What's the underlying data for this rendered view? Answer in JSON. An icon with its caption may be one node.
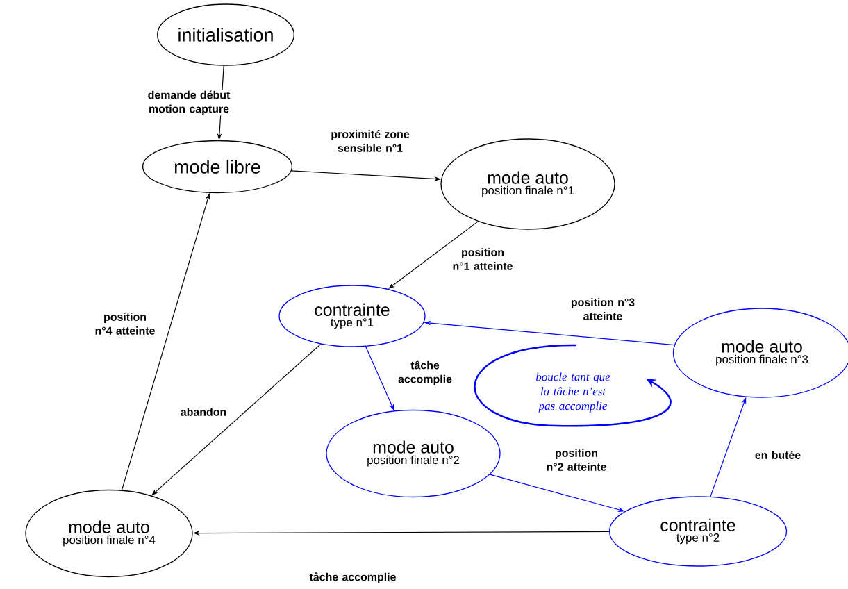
{
  "diagram": {
    "nodes": [
      {
        "text": [
          "initialisation"
        ]
      },
      {
        "text": [
          "mode libre"
        ]
      },
      {
        "text": [
          "mode auto",
          "position finale n°1"
        ]
      },
      {
        "text": [
          "contrainte",
          "type n°1"
        ]
      },
      {
        "text": [
          "mode auto",
          "position finale n°3"
        ]
      },
      {
        "text": [
          "mode auto",
          "position finale n°2"
        ]
      },
      {
        "text": [
          "contrainte",
          "type n°2"
        ]
      },
      {
        "text": [
          "mode auto",
          "position finale n°4"
        ]
      }
    ],
    "edges": [
      {
        "from": 0,
        "to": 1,
        "arrow": "to",
        "label": "demande début motion capture"
      },
      {
        "from": 1,
        "to": 2,
        "arrow": "to",
        "label": "proximité zone sensible n°1"
      },
      {
        "from": 2,
        "to": 3,
        "arrow": "to",
        "label": "position n°1 atteinte"
      },
      {
        "from": 3,
        "to": 5,
        "arrow": "to",
        "label": "tâche accomplie",
        "color": "#0000ff"
      },
      {
        "from": 5,
        "to": 6,
        "arrow": "to",
        "label": "position n°2 atteinte",
        "color": "#0000ff"
      },
      {
        "from": 6,
        "to": 4,
        "arrow": "to",
        "label": "en butée",
        "color": "#0000ff"
      },
      {
        "from": 4,
        "to": 3,
        "arrow": "to",
        "label": "position n°3 atteinte",
        "color": "#0000ff"
      },
      {
        "from": 3,
        "to": 7,
        "arrow": "to",
        "label": "abandon"
      },
      {
        "from": 6,
        "to": 7,
        "arrow": "to",
        "label": "tâche accomplie"
      },
      {
        "from": 7,
        "to": 1,
        "arrow": "to",
        "label": "position n°4 atteinte"
      }
    ],
    "labels": [
      "boucle tant que la tâche n’est pas accomplie"
    ]
  }
}
